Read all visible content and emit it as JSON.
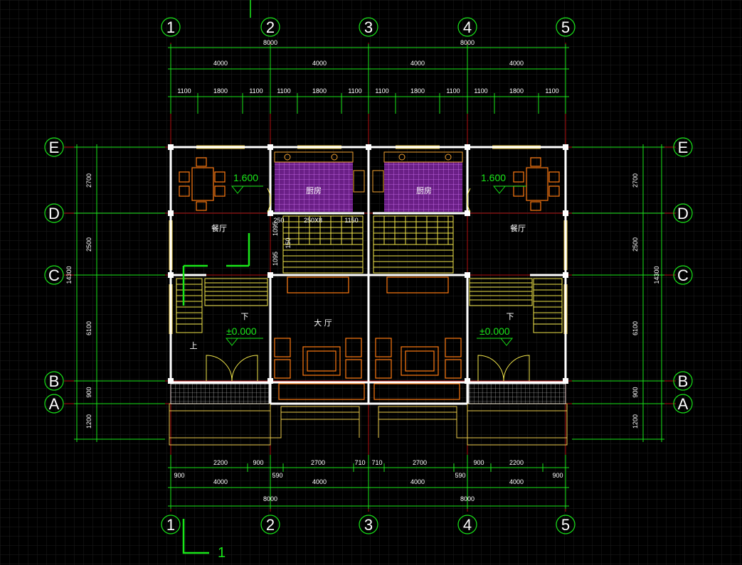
{
  "axes_top": [
    "1",
    "2",
    "3",
    "4",
    "5"
  ],
  "axes_bottom": [
    "1",
    "2",
    "3",
    "4",
    "5"
  ],
  "axes_left": [
    "E",
    "D",
    "C",
    "B",
    "A"
  ],
  "axes_right": [
    "E",
    "D",
    "C",
    "B",
    "A"
  ],
  "dims_top": {
    "total_left": "8000",
    "total_right": "8000",
    "bays": [
      "4000",
      "4000",
      "4000",
      "4000"
    ],
    "sub": [
      "1100",
      "1800",
      "1100",
      "1100",
      "1800",
      "1100",
      "1100",
      "1800",
      "1100",
      "1100",
      "1800",
      "1100"
    ]
  },
  "dims_bottom": {
    "row1": [
      "2200",
      "900",
      "2700",
      "710",
      "710",
      "2700",
      "900",
      "2200"
    ],
    "row1b": [
      "900",
      "590",
      "590",
      "900"
    ],
    "bays": [
      "4000",
      "4000",
      "4000",
      "4000"
    ],
    "total_left": "8000",
    "total_right": "8000"
  },
  "dims_left": {
    "segments": [
      "2700",
      "2500",
      "6100",
      "900",
      "1200"
    ],
    "total": "14300"
  },
  "dims_right": {
    "segments": [
      "2700",
      "2500",
      "6100",
      "900",
      "1200"
    ],
    "total": "14300"
  },
  "rooms": {
    "kitchen_left": "厨房",
    "kitchen_right": "厨房",
    "dining_left": "餐厅",
    "dining_right": "餐厅",
    "hall": "大  厅",
    "down_left": "下",
    "down_right": "下",
    "up_left": "上"
  },
  "levels": {
    "upper_left": "1.600",
    "upper_right": "1.600",
    "ground_left": "±0.000",
    "ground_right": "±0.000"
  },
  "stair_notes": {
    "w250": "250",
    "tread": "250X8",
    "w1150": "1150",
    "v1095a": "1095",
    "v1095b": "1095",
    "v150": "150"
  },
  "section_mark": "1",
  "colors": {
    "background": "#000000",
    "grid": "#1e1e1e",
    "wall": "#ffffff",
    "dimension": "#19e619",
    "axis_red": "#e01010",
    "kitchen_fill": "#8a2aa8",
    "furniture": "#ff7a10",
    "stair": "#f2e64a",
    "window": "#e8c84a"
  }
}
